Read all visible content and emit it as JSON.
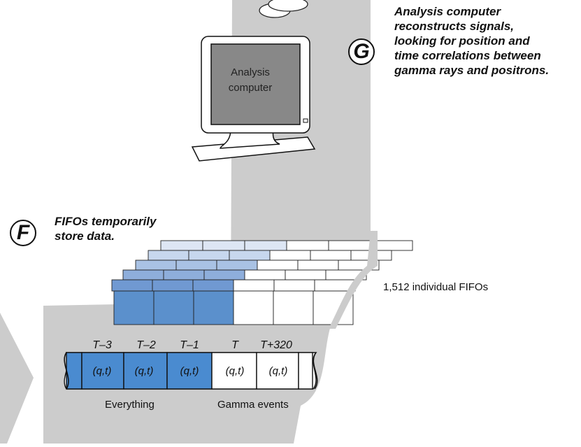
{
  "computer": {
    "screen_label_1": "Analysis",
    "screen_label_2": "computer"
  },
  "step_g": {
    "badge": "G",
    "text_lines": [
      "Analysis computer",
      "reconstructs signals,",
      "looking for position and",
      "time correlations between",
      "gamma rays and positrons."
    ]
  },
  "step_f": {
    "badge": "F",
    "text_lines": [
      "FIFOs temporarily",
      "store data."
    ]
  },
  "fifo_count_label": "1,512 individual FIFOs",
  "buffer": {
    "time_labels": [
      "T–3",
      "T–2",
      "T–1",
      "T",
      "T+320"
    ],
    "cells": [
      "(q,t)",
      "(q,t)",
      "(q,t)",
      "(q,t)",
      "(q,t)"
    ],
    "filled_cells": 3,
    "captions": {
      "left": "Everything",
      "right": "Gamma events"
    }
  },
  "colors": {
    "flow_gray": "#cccccc",
    "cell_blue": "#4a8bd0",
    "fifo_blue_dark": "#5b90cc",
    "fifo_blue_light": "#dde6f4",
    "screen_gray": "#888888"
  }
}
